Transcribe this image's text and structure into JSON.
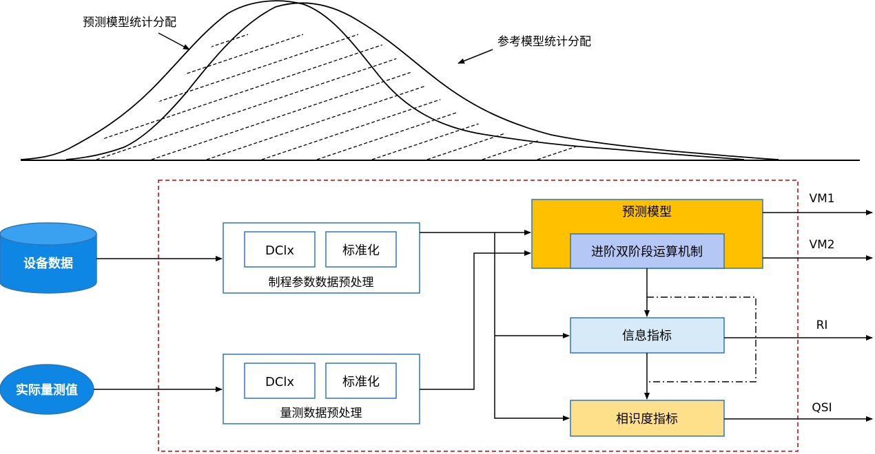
{
  "distribution": {
    "predicted_label": "预测模型统计分配",
    "reference_label": "参考模型统计分配"
  },
  "sources": {
    "equipment_data": "设备数据",
    "actual_measurement": "实际量测值"
  },
  "preprocess": {
    "process_params": {
      "title": "制程参数数据预处理",
      "step1": "DClx",
      "step2": "标准化"
    },
    "measurement": {
      "title": "量测数据预处理",
      "step1": "DClx",
      "step2": "标准化"
    }
  },
  "model": {
    "title": "预测模型",
    "mechanism": "进阶双阶段运算机制"
  },
  "indices": {
    "info": "信息指标",
    "similarity": "相识度指标"
  },
  "outputs": {
    "vm1": "VM1",
    "vm2": "VM2",
    "ri": "RI",
    "qsi": "QSI"
  },
  "colors": {
    "model_fill": "#FFC000",
    "mechanism_fill": "#B4C7F5",
    "info_fill": "#D6EAF8",
    "similarity_fill": "#FFE08A",
    "source_fill": "#0E86E3",
    "box_border": "#2E75B6",
    "dashed_frame": "#C00000"
  }
}
